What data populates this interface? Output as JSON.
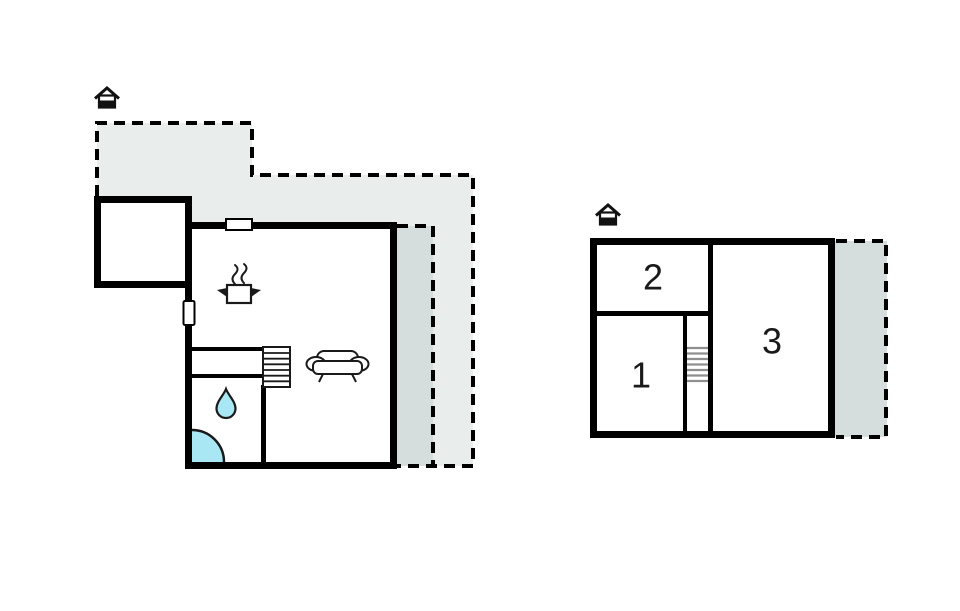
{
  "colors": {
    "background": "#ffffff",
    "wall": "#000000",
    "terrace_fill": "#e9eeec",
    "patio_fill": "#d6dedd",
    "water_fill": "#a9e7f5",
    "dash": "#000000",
    "upper_tread": "#8f8f8f",
    "label_color": "#1a1a1a"
  },
  "ground_floor": {
    "icons": {
      "house": "house-icon",
      "stove": "stove-icon",
      "sofa": "sofa-icon",
      "water_drop": "water-drop-icon",
      "shower": "shower-icon",
      "stairs": "stairs-icon",
      "window": "window-marker",
      "door": "door-marker"
    }
  },
  "upper_floor": {
    "icons": {
      "house": "house-icon",
      "stairs": "stairs-icon",
      "balcony": "balcony-strip"
    },
    "rooms": [
      {
        "label": "1"
      },
      {
        "label": "2"
      },
      {
        "label": "3"
      }
    ]
  }
}
